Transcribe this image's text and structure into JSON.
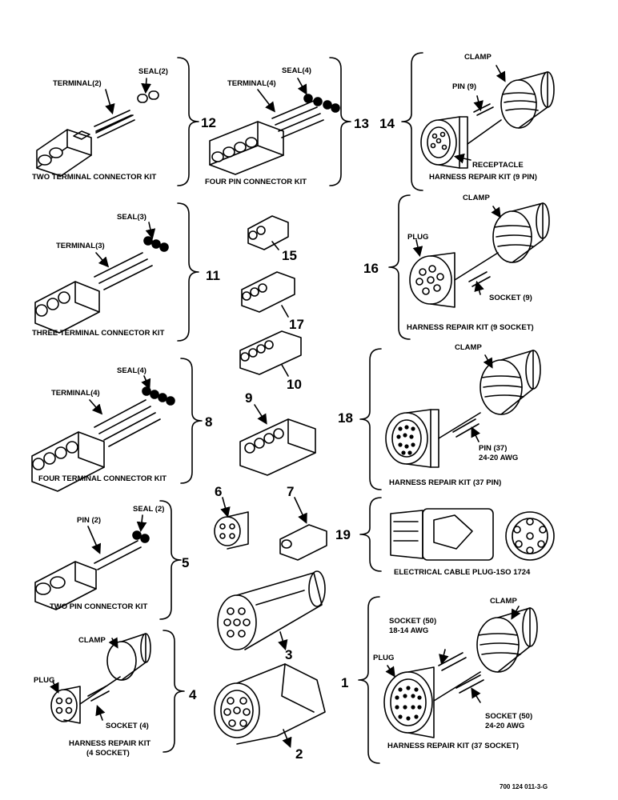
{
  "figure": {
    "drawing_number": "700 124 011-3-G"
  },
  "kits": {
    "k12": {
      "index": "12",
      "caption": "TWO TERMINAL CONNECTOR KIT",
      "part_a": "TERMINAL(2)",
      "part_b": "SEAL(2)"
    },
    "k13": {
      "index": "13",
      "caption": "FOUR PIN CONNECTOR KIT",
      "part_a": "TERMINAL(4)",
      "part_b": "SEAL(4)"
    },
    "k14": {
      "index": "14",
      "caption_1": "RECEPTACLE",
      "caption_2": "HARNESS REPAIR KIT (9 PIN)",
      "part_a": "PIN (9)",
      "part_b": "CLAMP"
    },
    "k11": {
      "index": "11",
      "caption": "THREE TERMINAL CONNECTOR KIT",
      "part_a": "TERMINAL(3)",
      "part_b": "SEAL(3)"
    },
    "k16": {
      "index": "16",
      "caption": "HARNESS REPAIR KIT (9 SOCKET)",
      "part_a": "PLUG",
      "part_b": "CLAMP",
      "part_c": "SOCKET (9)"
    },
    "k8": {
      "index": "8",
      "caption": "FOUR TERMINAL CONNECTOR KIT",
      "part_a": "TERMINAL(4)",
      "part_b": "SEAL(4)"
    },
    "k18": {
      "index": "18",
      "caption": "HARNESS REPAIR KIT (37 PIN)",
      "part_a": "CLAMP",
      "part_b_1": "PIN (37)",
      "part_b_2": "24-20 AWG"
    },
    "k5": {
      "index": "5",
      "caption": "TWO PIN CONNECTOR KIT",
      "part_a": "PIN (2)",
      "part_b": "SEAL (2)"
    },
    "k19": {
      "index": "19",
      "caption": "ELECTRICAL CABLE PLUG-1SO 1724"
    },
    "k4": {
      "index": "4",
      "caption_1": "HARNESS REPAIR KIT",
      "caption_2": "(4 SOCKET)",
      "part_a": "CLAMP",
      "part_b": "PLUG",
      "part_c": "SOCKET (4)"
    },
    "k1": {
      "index": "1",
      "caption": "HARNESS REPAIR KIT (37 SOCKET)",
      "part_a": "CLAMP",
      "part_b_1": "SOCKET (50)",
      "part_b_2": "18-14 AWG",
      "part_c": "PLUG",
      "part_d_1": "SOCKET (50)",
      "part_d_2": "24-20 AWG"
    }
  },
  "loose_parts": {
    "p15": "15",
    "p17": "17",
    "p10": "10",
    "p9": "9",
    "p6": "6",
    "p7": "7",
    "p3": "3",
    "p2": "2"
  }
}
